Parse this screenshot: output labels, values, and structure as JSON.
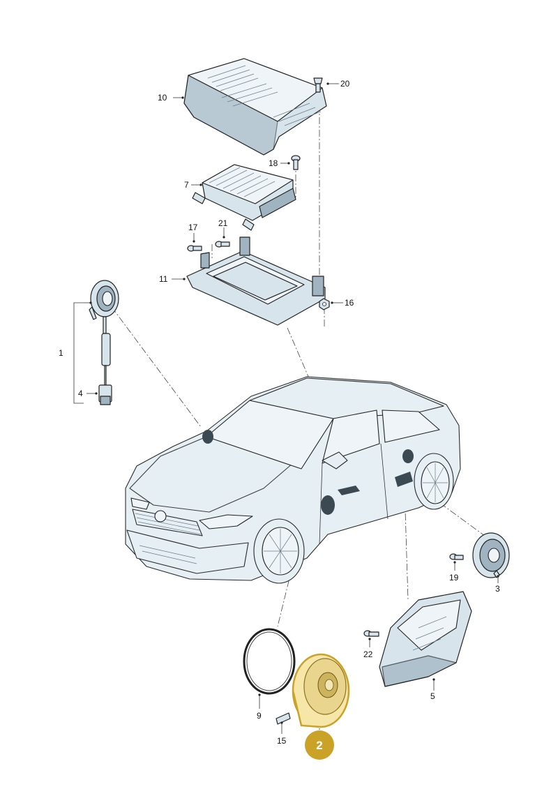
{
  "diagram": {
    "callouts": {
      "c1": "1",
      "c2": "2",
      "c3": "3",
      "c4": "4",
      "c5": "5",
      "c7": "7",
      "c9": "9",
      "c10": "10",
      "c11": "11",
      "c15": "15",
      "c16": "16",
      "c17": "17",
      "c18": "18",
      "c19": "19",
      "c20": "20",
      "c21": "21",
      "c22": "22"
    },
    "highlighted_part": "2",
    "colors": {
      "highlight": "#c9a227",
      "part_fill": "#d7e4ec",
      "outline": "#222222"
    }
  }
}
